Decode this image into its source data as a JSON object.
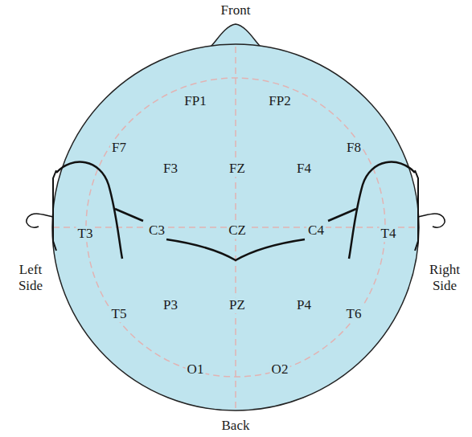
{
  "diagram": {
    "labels": [
      "Front",
      "FP1",
      "FP2",
      "F7",
      "F3",
      "FZ",
      "F4",
      "F8",
      "T3",
      "C3",
      "CZ",
      "C4",
      "T4",
      "Left Side",
      "Right Side",
      "T5",
      "P3",
      "PZ",
      "P4",
      "T6",
      "O1",
      "O2",
      "Back"
    ]
  }
}
